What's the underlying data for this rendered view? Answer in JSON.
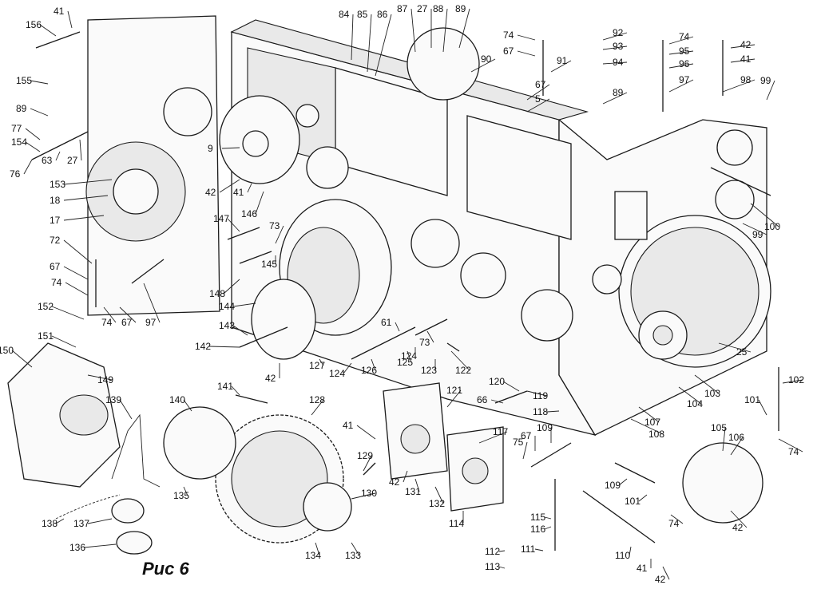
{
  "caption": "Рис 6",
  "callouts": [
    "156",
    "41",
    "155",
    "89",
    "77",
    "154",
    "63",
    "27",
    "76",
    "153",
    "18",
    "17",
    "72",
    "67",
    "74",
    "74",
    "67",
    "97",
    "152",
    "151",
    "150",
    "149",
    "139",
    "138",
    "137",
    "136",
    "147",
    "73",
    "145",
    "148",
    "9",
    "42",
    "41",
    "146",
    "144",
    "143",
    "142",
    "42",
    "127",
    "124",
    "126",
    "125",
    "61",
    "124",
    "73",
    "123",
    "122",
    "84",
    "85",
    "86",
    "87",
    "27",
    "88",
    "89",
    "90",
    "67",
    "5",
    "91",
    "74",
    "67",
    "92",
    "93",
    "94",
    "89",
    "74",
    "95",
    "96",
    "97",
    "42",
    "41",
    "98",
    "99",
    "100",
    "99",
    "25",
    "103",
    "104",
    "107",
    "108",
    "102",
    "101",
    "74",
    "105",
    "106",
    "42",
    "120",
    "66",
    "119",
    "118",
    "109",
    "67",
    "75",
    "121",
    "41",
    "117",
    "42",
    "131",
    "132",
    "114",
    "140",
    "141",
    "128",
    "129",
    "130",
    "135",
    "134",
    "133",
    "116",
    "115",
    "111",
    "112",
    "113",
    "109",
    "101",
    "74",
    "110",
    "41",
    "42"
  ]
}
